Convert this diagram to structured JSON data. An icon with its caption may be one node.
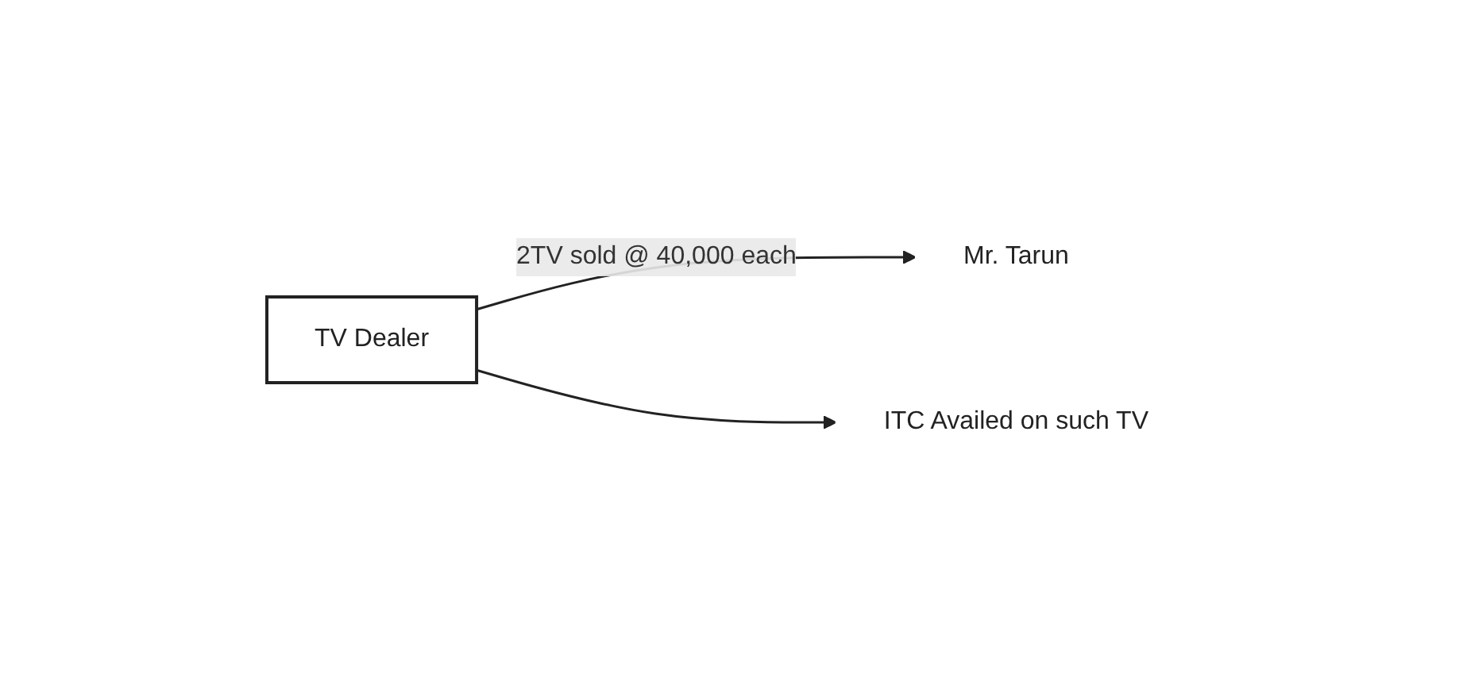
{
  "diagram": {
    "nodes": [
      {
        "text": [
          "TV Dealer"
        ]
      },
      {
        "text": [
          "Mr. Tarun"
        ]
      },
      {
        "text": [
          "ITC Availed on such TV"
        ]
      }
    ],
    "edges": [
      {
        "from": 0,
        "to": 1,
        "arrow": "to",
        "label": "2TV sold @ 40,000 each"
      },
      {
        "from": 0,
        "to": 2,
        "arrow": "to"
      }
    ]
  }
}
